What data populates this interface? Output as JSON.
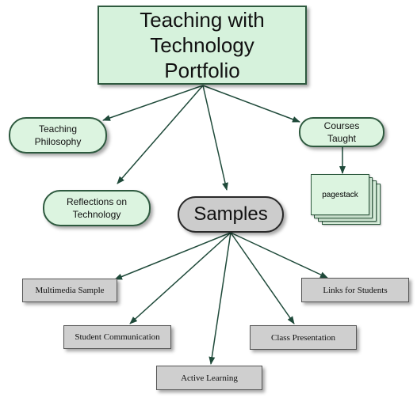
{
  "title": [
    "Teaching with",
    "Technology",
    "Portfolio"
  ],
  "nodes": {
    "teaching_philosophy": [
      "Teaching",
      "Philosophy"
    ],
    "courses_taught": [
      "Courses",
      "Taught"
    ],
    "reflections": [
      "Reflections on",
      "Technology"
    ],
    "samples": "Samples",
    "multimedia_sample": "Multimedia Sample",
    "student_communication": "Student Communication",
    "active_learning": "Active Learning",
    "class_presentation": "Class Presentation",
    "links_for_students": "Links for Students",
    "pagestack": "pagestack"
  },
  "colors": {
    "edge": "#1f4a3a",
    "pill_fill": "#dcf4e0",
    "title_fill": "#d6f2dc",
    "samples_fill": "#cccccc",
    "rect_fill": "#cfcfcf"
  }
}
